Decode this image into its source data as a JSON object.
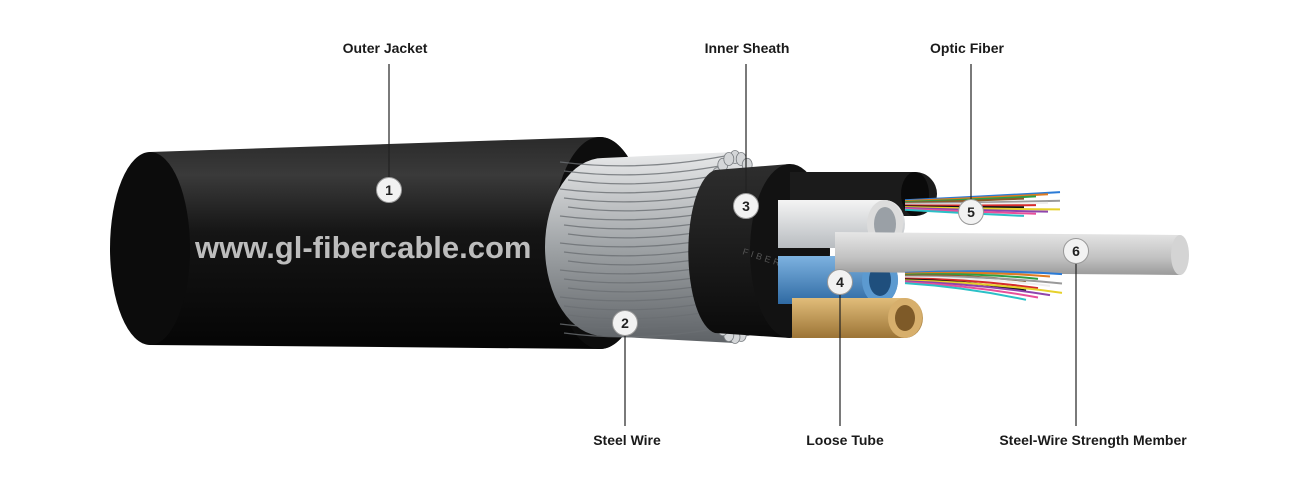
{
  "watermark": "www.gl-fibercable.com",
  "callouts": [
    {
      "number": "1",
      "label": "Outer Jacket"
    },
    {
      "number": "2",
      "label": "Steel Wire"
    },
    {
      "number": "3",
      "label": "Inner Sheath"
    },
    {
      "number": "4",
      "label": "Loose Tube"
    },
    {
      "number": "5",
      "label": "Optic Fiber"
    },
    {
      "number": "6",
      "label": "Steel-Wire Strength Member"
    }
  ],
  "sheath_marking": "FIBER",
  "colors": {
    "jacket": "#141414",
    "steel": "#b9bcbf",
    "tube_white": "#dcdcdc",
    "tube_blue": "#4f8fc7",
    "tube_tan": "#c49a55",
    "strength_member": "#c8c8c8"
  }
}
